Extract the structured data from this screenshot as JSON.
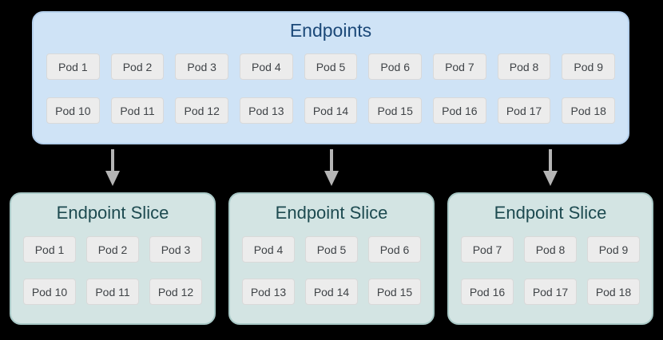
{
  "colors": {
    "background": "#000000",
    "endpoints_bg": "#cfe3f6",
    "endpoints_border": "#b5d0ec",
    "endpoints_title": "#1b4878",
    "slice_bg": "#d3e4e3",
    "slice_border": "#a9c9c7",
    "slice_title": "#1d4a50",
    "pod_bg": "#ececec",
    "pod_border": "#d9d9d9",
    "pod_text": "#3f4347",
    "arrow": "#b5b5b5"
  },
  "endpoints": {
    "title": "Endpoints",
    "pods_row1": [
      "Pod 1",
      "Pod 2",
      "Pod 3",
      "Pod 4",
      "Pod 5",
      "Pod 6",
      "Pod 7",
      "Pod 8",
      "Pod 9"
    ],
    "pods_row2": [
      "Pod 10",
      "Pod 11",
      "Pod 12",
      "Pod 13",
      "Pod 14",
      "Pod 15",
      "Pod 16",
      "Pod 17",
      "Pod 18"
    ]
  },
  "slices": [
    {
      "title": "Endpoint Slice",
      "pods_row1": [
        "Pod 1",
        "Pod 2",
        "Pod 3"
      ],
      "pods_row2": [
        "Pod 10",
        "Pod 11",
        "Pod 12"
      ]
    },
    {
      "title": "Endpoint Slice",
      "pods_row1": [
        "Pod 4",
        "Pod 5",
        "Pod 6"
      ],
      "pods_row2": [
        "Pod 13",
        "Pod 14",
        "Pod 15"
      ]
    },
    {
      "title": "Endpoint Slice",
      "pods_row1": [
        "Pod 7",
        "Pod 8",
        "Pod 9"
      ],
      "pods_row2": [
        "Pod 16",
        "Pod 17",
        "Pod 18"
      ]
    }
  ]
}
